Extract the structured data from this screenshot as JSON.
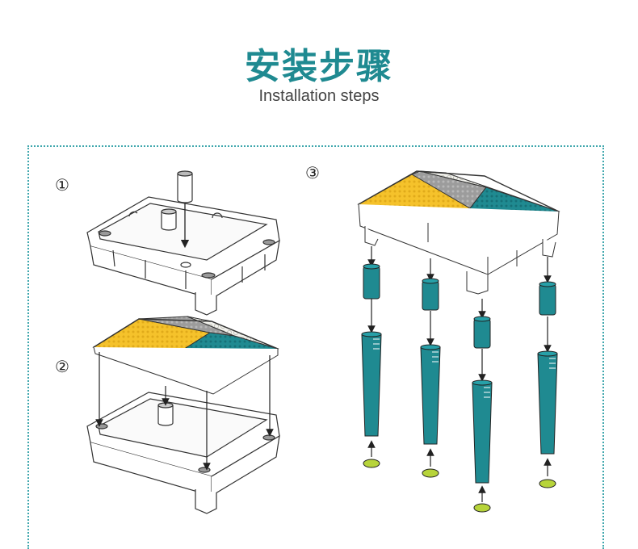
{
  "header": {
    "title": "安装步骤",
    "subtitle": "Installation steps"
  },
  "steps": [
    {
      "number": "①"
    },
    {
      "number": "②"
    },
    {
      "number": "③"
    }
  ],
  "colors": {
    "teal": "#1f8a91",
    "yellow": "#f5c22b",
    "gray": "#9c9c9c",
    "light": "#eeeeea",
    "lime": "#b7d43a",
    "border": "#3fa7ad"
  }
}
